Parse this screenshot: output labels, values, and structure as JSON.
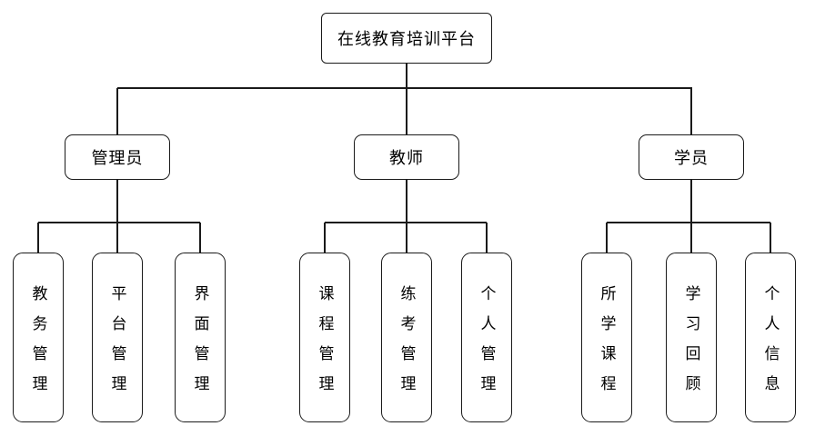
{
  "diagram": {
    "root": {
      "label": "在线教育培训平台"
    },
    "branches": [
      {
        "label": "管理员",
        "children": [
          {
            "label": "教务管理"
          },
          {
            "label": "平台管理"
          },
          {
            "label": "界面管理"
          }
        ]
      },
      {
        "label": "教师",
        "children": [
          {
            "label": "课程管理"
          },
          {
            "label": "练考管理"
          },
          {
            "label": "个人管理"
          }
        ]
      },
      {
        "label": "学员",
        "children": [
          {
            "label": "所学课程"
          },
          {
            "label": "学习回顾"
          },
          {
            "label": "个人信息"
          }
        ]
      }
    ]
  }
}
